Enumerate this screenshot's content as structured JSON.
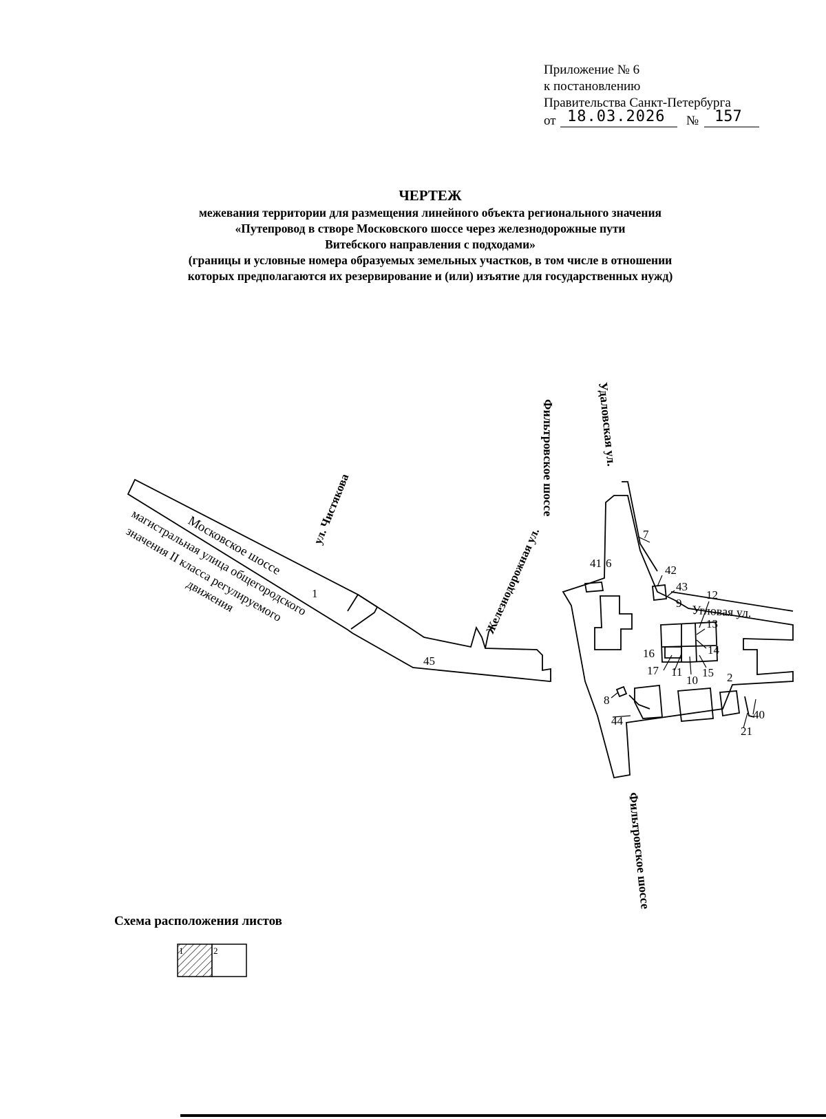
{
  "appendix": {
    "line1": "Приложение № 6",
    "line2": "к постановлению",
    "line3": "Правительства Санкт-Петербурга",
    "date_prefix": "от",
    "date": "18.03.2026",
    "number_prefix": "№",
    "number": "157"
  },
  "title": {
    "main": "ЧЕРТЕЖ",
    "line1": "межевания территории для размещения линейного объекта регионального значения",
    "line2": "«Путепровод в створе Московского шоссе через железнодорожные пути",
    "line3": "Витебского направления с подходами»",
    "line4": "(границы и условные номера образуемых земельных участков, в том числе в отношении",
    "line5": "которых предполагаются их резервирование и (или) изъятие для государственных нужд)"
  },
  "map": {
    "streets": {
      "moskovskoe": "Московское шоссе",
      "magistral_1": "магистральная улица общегородского",
      "magistral_2": "значения II класса регулируемого",
      "magistral_3": "движения",
      "chistyakova": "ул. Чистякова",
      "filtrovskoe_top": "Фильтровское шоссе",
      "zheleznodorozhnaya": "Железнодорожная ул.",
      "udalovskaya": "Удаловская ул.",
      "uglovaya": "Угловая ул.",
      "filtrovskoe_bottom": "Фильтровское шоссе"
    },
    "parcels": [
      "1",
      "45",
      "41",
      "6",
      "7",
      "42",
      "43",
      "12",
      "9",
      "13",
      "14",
      "16",
      "17",
      "11",
      "10",
      "15",
      "2",
      "8",
      "44",
      "21",
      "40"
    ]
  },
  "sheet_scheme": {
    "title": "Схема расположения листов",
    "sheets": [
      "1",
      "2"
    ]
  }
}
